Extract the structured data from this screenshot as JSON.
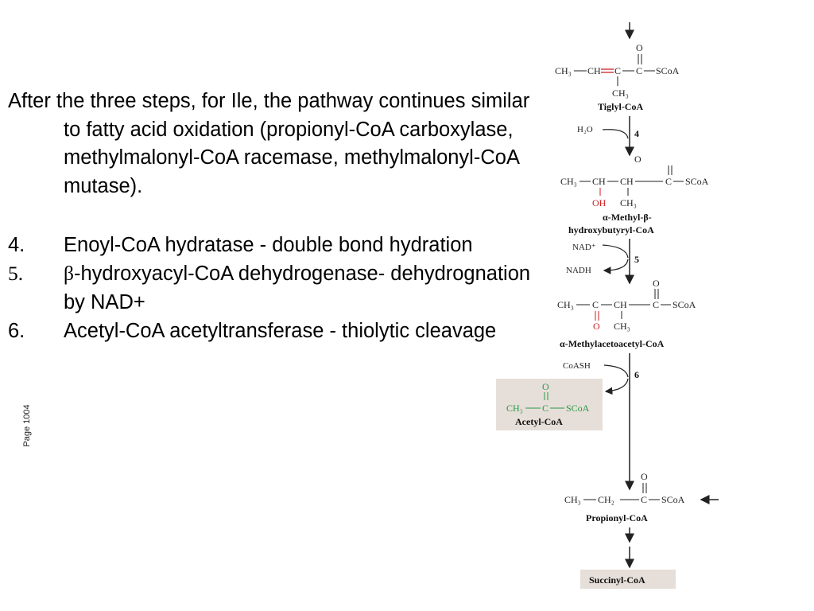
{
  "slide": {
    "intro": "After the three steps, for Ile, the pathway continues similar to fatty acid oxidation (propionyl-CoA carboxylase, methylmalonyl-CoA racemase, methylmalonyl-CoA mutase).",
    "items": [
      {
        "num": "4.",
        "text": "Enoyl-CoA hydratase - double bond hydration"
      },
      {
        "num": "5.",
        "greek": "β",
        "text": "-hydroxyacyl-CoA dehydrogenase- dehydrognation by NAD+"
      },
      {
        "num": "6.",
        "text": "Acetyl-CoA acetyltransferase - thiolytic cleavage"
      }
    ],
    "page_ref": "Page 1004"
  },
  "pathway": {
    "colors": {
      "red": "#cc2222",
      "green": "#2a9a4a",
      "box": "#e6ded8",
      "ink": "#222222"
    },
    "c1": {
      "name": "Tiglyl-CoA",
      "ch3": "CH₃",
      "ch": "CH",
      "c": "C",
      "scoa": "SCoA",
      "o": "O",
      "ch3_sub": "CH₃"
    },
    "step4": {
      "label": "4",
      "cofactor": "H₂O"
    },
    "c2": {
      "name_line1": "α-Methyl-β-",
      "name_line2": "hydroxybutyryl-CoA",
      "ch3": "CH₃",
      "ch": "CH",
      "c": "C",
      "scoa": "SCoA",
      "o": "O",
      "oh": "OH",
      "ch3_sub": "CH₃"
    },
    "step5": {
      "label": "5",
      "in": "NAD⁺",
      "out": "NADH"
    },
    "c3": {
      "name": "α-Methylacetoacetyl-CoA",
      "ch3": "CH₃",
      "c": "C",
      "ch": "CH",
      "scoa": "SCoA",
      "o": "O",
      "ch3_sub": "CH₃"
    },
    "step6": {
      "label": "6",
      "cofactor": "CoASH"
    },
    "acetyl": {
      "name": "Acetyl-CoA",
      "ch3": "CH₃",
      "c": "C",
      "scoa": "SCoA",
      "o": "O"
    },
    "c4": {
      "name": "Propionyl-CoA",
      "ch3": "CH₃",
      "ch2": "CH₂",
      "c": "C",
      "scoa": "SCoA",
      "o": "O"
    },
    "c5": {
      "name": "Succinyl-CoA"
    }
  }
}
